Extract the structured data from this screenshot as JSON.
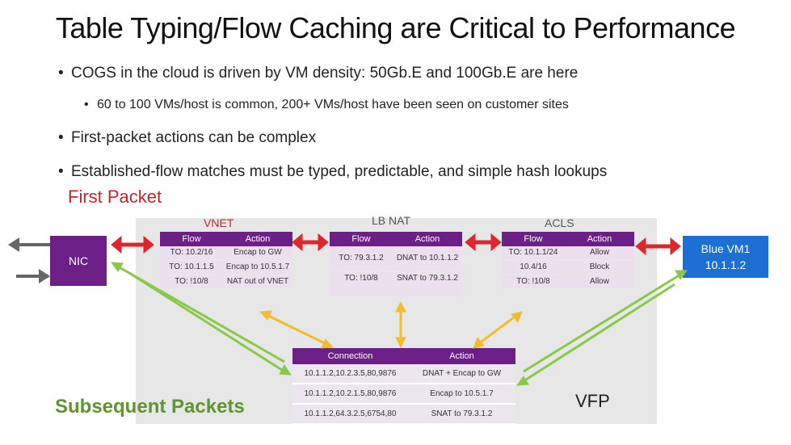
{
  "title": "Table Typing/Flow Caching are Critical to Performance",
  "bullets": [
    "COGS in the cloud is driven by VM density: 50Gb.E and 100Gb.E are here",
    "60 to 100 VMs/host is common, 200+ VMs/host have been seen on customer sites",
    "First-packet actions can be complex",
    "Established-flow matches must be typed, predictable, and simple hash lookups"
  ],
  "first_packet": "First Packet",
  "subsequent_packets": "Subsequent Packets",
  "nic": "NIC",
  "vm": {
    "name": "Blue VM1",
    "ip": "10.1.1.2"
  },
  "vfp": "VFP",
  "colors": {
    "purple": "#6b1f87",
    "red": "#c0262d",
    "green": "#8ac84a",
    "yellow": "#f2bd2a",
    "blue": "#1e6fd3"
  },
  "vnet": {
    "label": "VNET",
    "headers": [
      "Flow",
      "Action"
    ],
    "rows": [
      [
        "TO: 10.2/16",
        "Encap to GW"
      ],
      [
        "TO: 10.1.1.5",
        "Encap to 10.5.1.7"
      ],
      [
        "TO: !10/8",
        "NAT out of VNET"
      ]
    ]
  },
  "lbnat": {
    "label": "LB NAT",
    "headers": [
      "Flow",
      "Action"
    ],
    "rows": [
      [
        "TO: 79.3.1.2",
        "DNAT to 10.1.1.2"
      ],
      [
        "TO: !10/8",
        "SNAT to 79.3.1.2"
      ]
    ]
  },
  "acls": {
    "label": "ACLS",
    "headers": [
      "Flow",
      "Action"
    ],
    "rows": [
      [
        "TO: 10.1.1/24",
        "Allow"
      ],
      [
        "10.4/16",
        "Block"
      ],
      [
        "TO: !10/8",
        "Allow"
      ]
    ]
  },
  "connection": {
    "headers": [
      "Connection",
      "Action"
    ],
    "rows": [
      [
        "10.1.1.2,10.2.3.5,80,9876",
        "DNAT + Encap to GW"
      ],
      [
        "10.1.1.2,10.2.1.5,80,9876",
        "Encap to 10.5.1.7"
      ],
      [
        "10.1.1.2,64.3.2.5,6754,80",
        "SNAT to 79.3.1.2"
      ]
    ]
  }
}
